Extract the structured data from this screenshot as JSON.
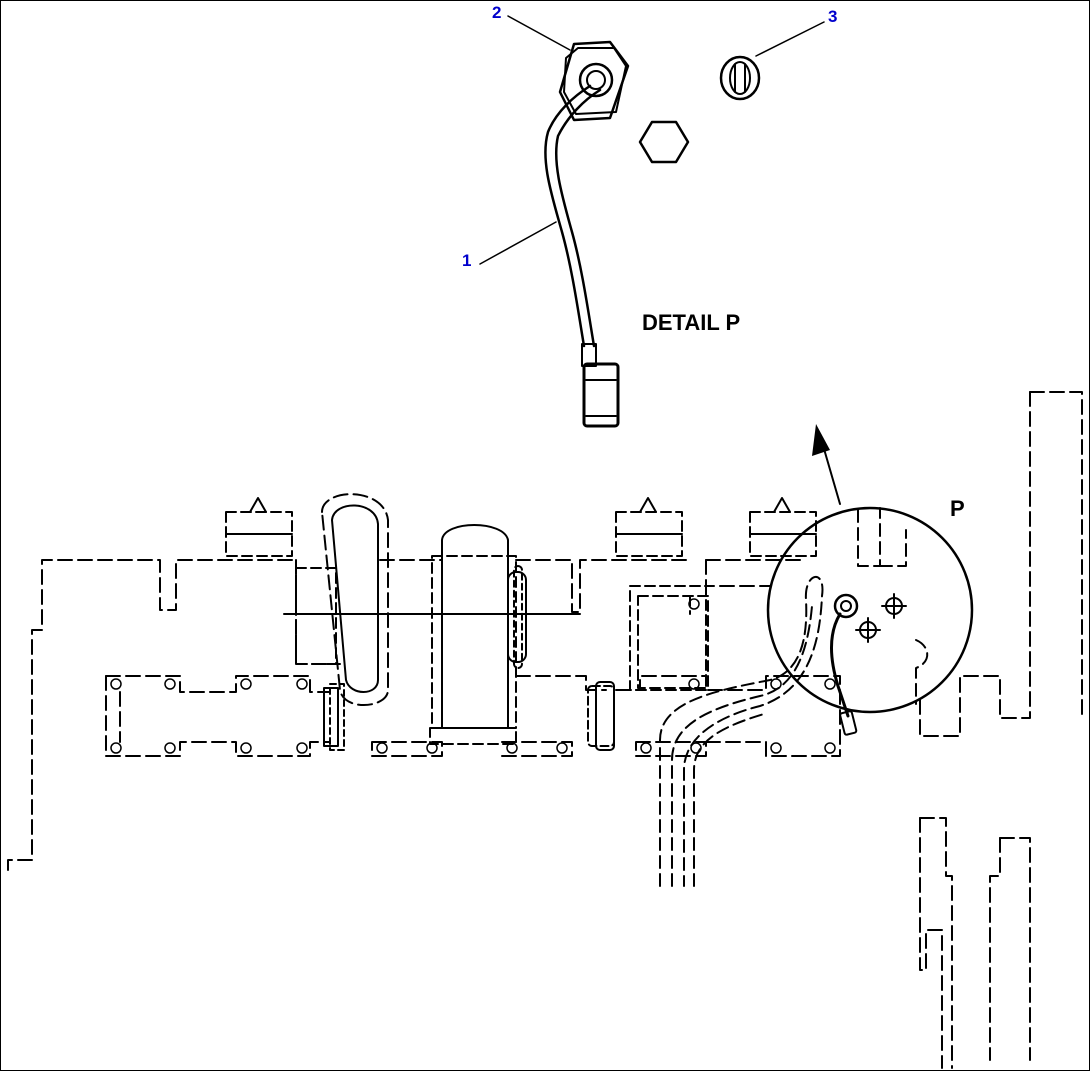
{
  "detail_label": "DETAIL P",
  "detail_marker": "P",
  "callouts": [
    {
      "number": "1",
      "part": "sensor-wire"
    },
    {
      "number": "2",
      "part": "hex-fitting"
    },
    {
      "number": "3",
      "part": "plug"
    }
  ],
  "colors": {
    "callout": "#0000cc",
    "line": "#000000",
    "background": "#ffffff"
  }
}
